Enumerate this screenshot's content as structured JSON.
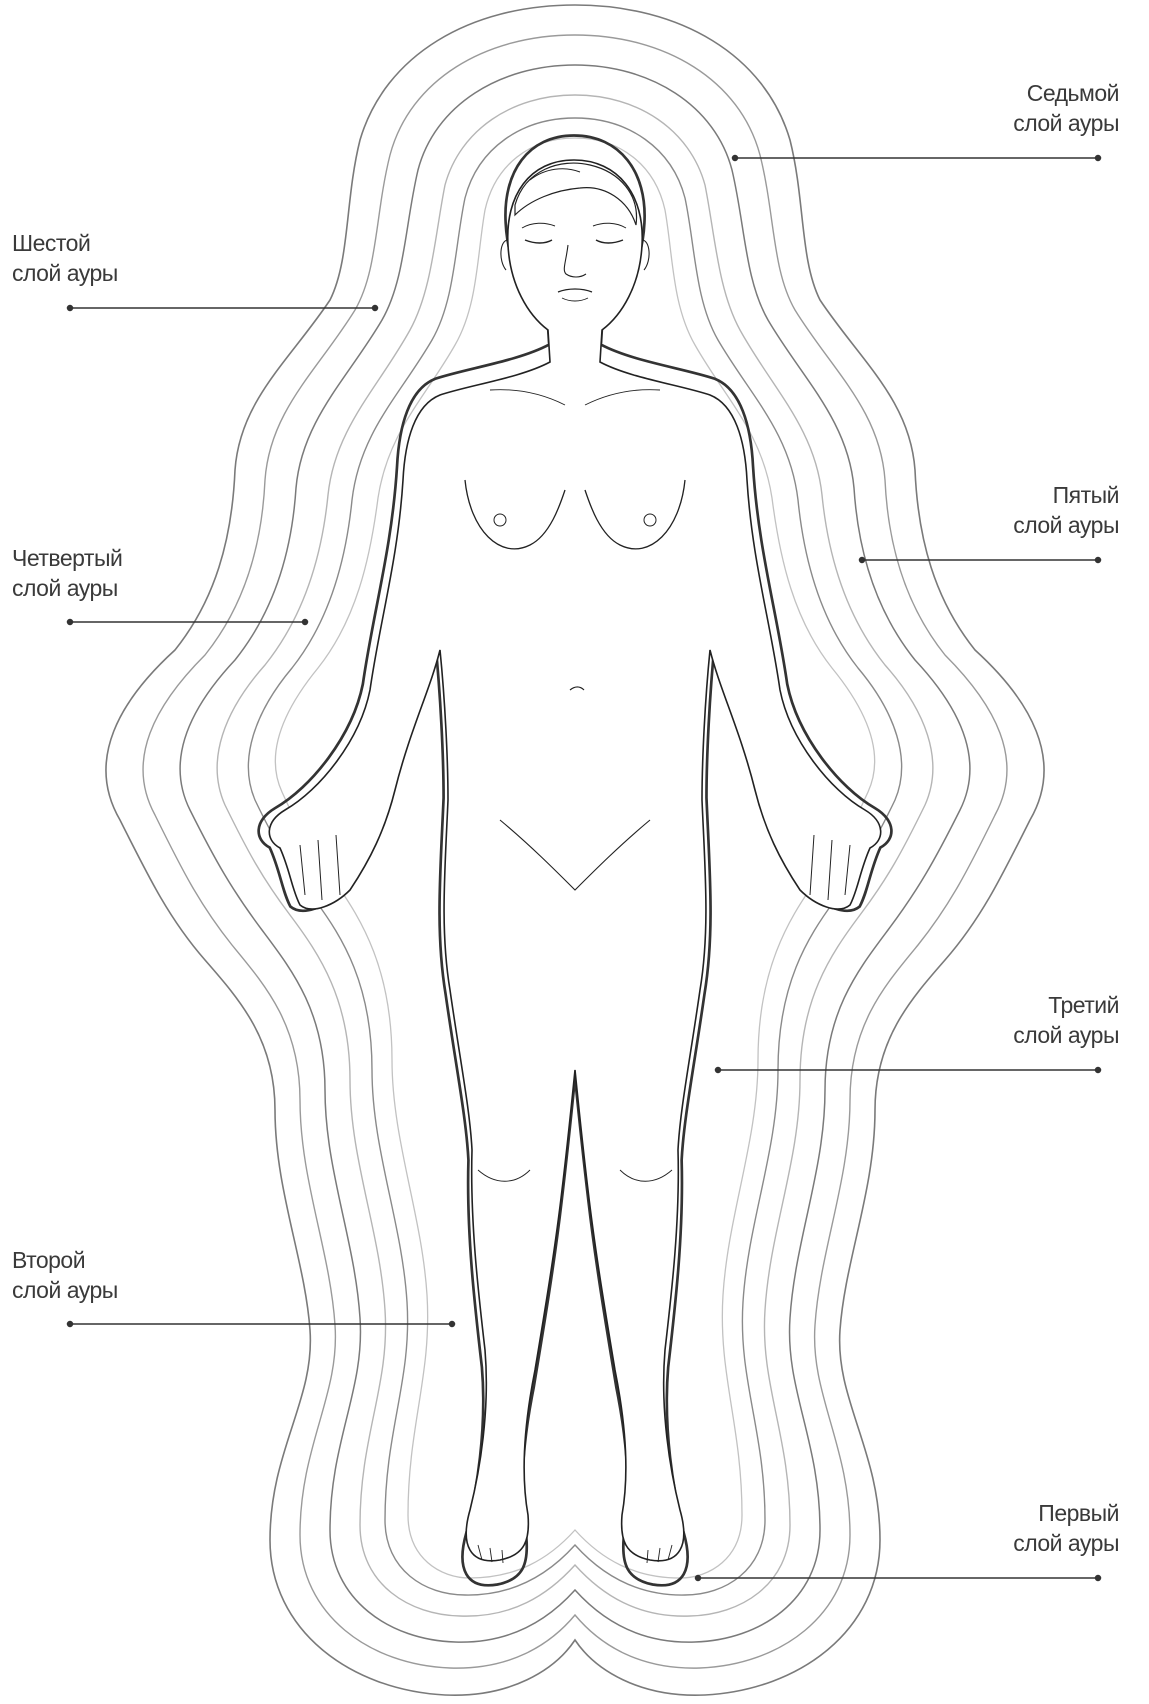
{
  "labels": {
    "layer7": {
      "line1": "Седьмой",
      "line2": "слой ауры"
    },
    "layer6": {
      "line1": "Шестой",
      "line2": "слой ауры"
    },
    "layer5": {
      "line1": "Пятый",
      "line2": "слой ауры"
    },
    "layer4": {
      "line1": "Четвертый",
      "line2": "слой ауры"
    },
    "layer3": {
      "line1": "Третий",
      "line2": "слой ауры"
    },
    "layer2": {
      "line1": "Второй",
      "line2": "слой ауры"
    },
    "layer1": {
      "line1": "Первый",
      "line2": "слой ауры"
    }
  },
  "colors": {
    "outline": "#222222",
    "aura_outer": "#7a7a7a",
    "aura_inner": "#b5b5b5",
    "leader": "#333333",
    "text": "#3a3a3a"
  }
}
